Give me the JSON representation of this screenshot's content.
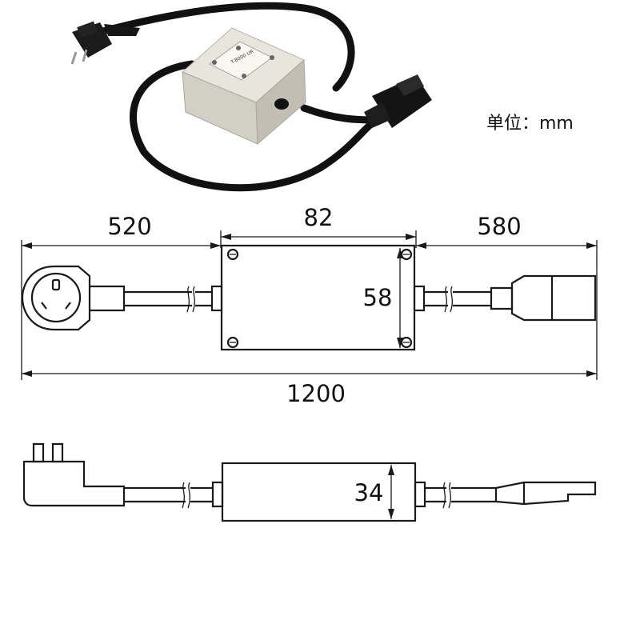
{
  "unit_label": "单位：mm",
  "product_photo": {
    "label_text": "T-8000 UR"
  },
  "dimensions": {
    "left_cable": "520",
    "box_length": "82",
    "right_cable": "580",
    "box_width": "58",
    "total_length": "1200",
    "box_height": "34"
  }
}
